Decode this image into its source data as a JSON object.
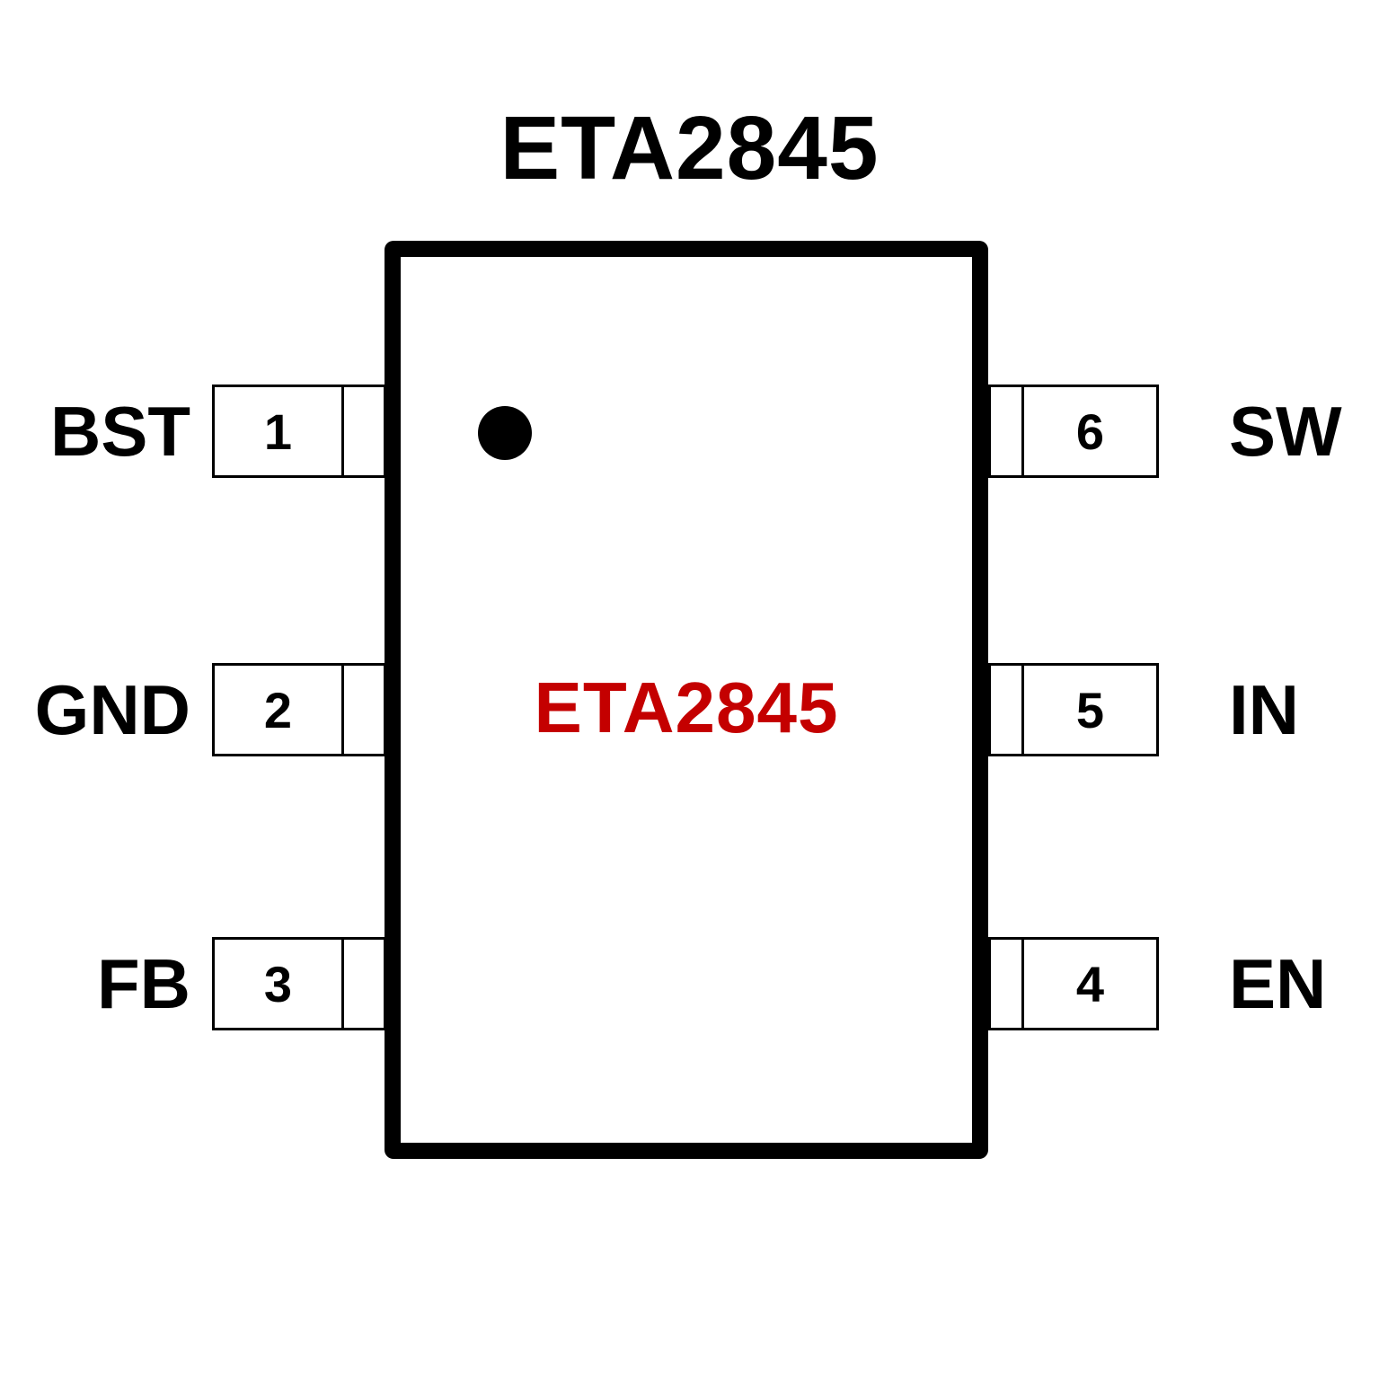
{
  "title": "ETA2845",
  "chip": {
    "label": "ETA2845",
    "label_color": "#c40000",
    "body_color": "#000000",
    "pin1_indicator": "dot"
  },
  "pins": {
    "left": [
      {
        "number": "1",
        "name": "BST"
      },
      {
        "number": "2",
        "name": "GND"
      },
      {
        "number": "3",
        "name": "FB"
      }
    ],
    "right": [
      {
        "number": "6",
        "name": "SW"
      },
      {
        "number": "5",
        "name": "IN"
      },
      {
        "number": "4",
        "name": "EN"
      }
    ]
  }
}
